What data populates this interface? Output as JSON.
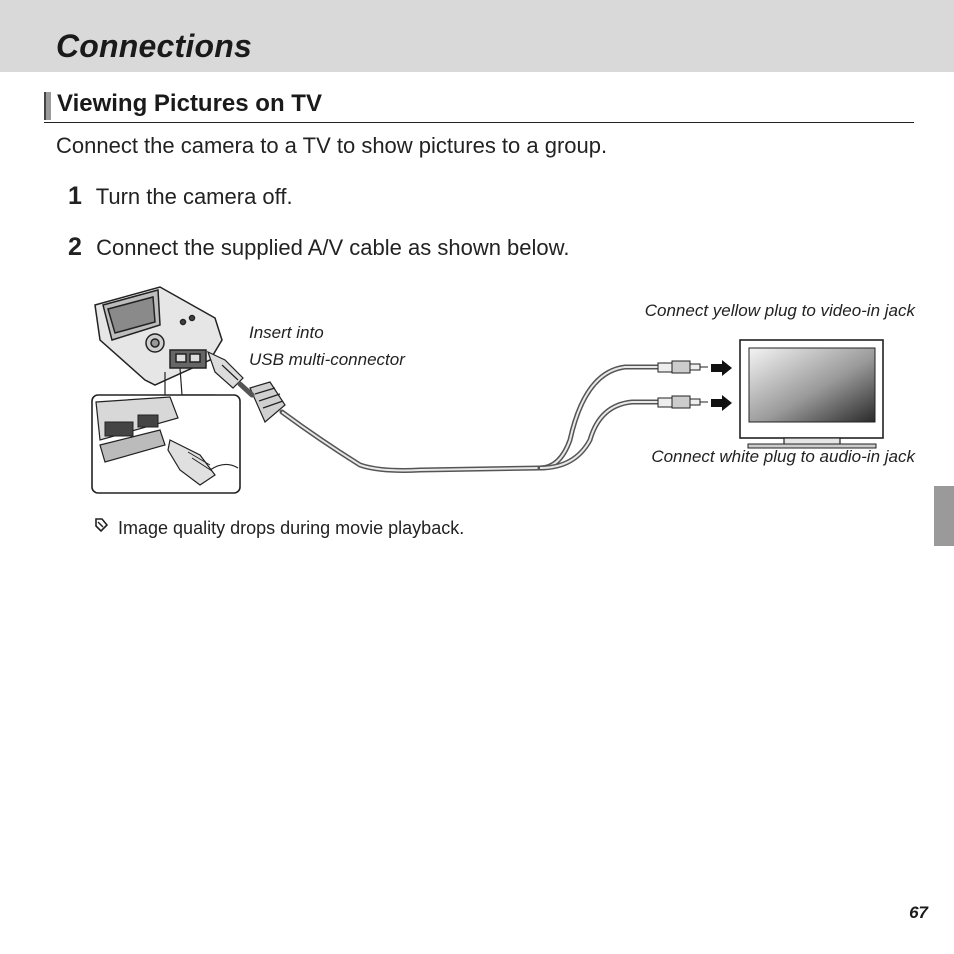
{
  "header": {
    "chapter_title": "Connections"
  },
  "section": {
    "title": "Viewing Pictures on TV"
  },
  "intro": "Connect the camera to a TV to show pictures to a group.",
  "steps": [
    {
      "number": "1",
      "text": "Turn the camera off."
    },
    {
      "number": "2",
      "text": "Connect the supplied A/V cable as shown below."
    }
  ],
  "diagram": {
    "caption_insert_line1": "Insert into",
    "caption_insert_line2": "USB multi-connector",
    "caption_yellow": "Connect yellow plug to video-in jack",
    "caption_white": "Connect white plug to audio-in jack"
  },
  "note": {
    "icon": "note-icon",
    "text": "Image quality drops during movie playback."
  },
  "page_number": "67",
  "colors": {
    "header_band": "#d9d9d9",
    "side_tab": "#9a9a9a",
    "text": "#1a1a1a"
  }
}
